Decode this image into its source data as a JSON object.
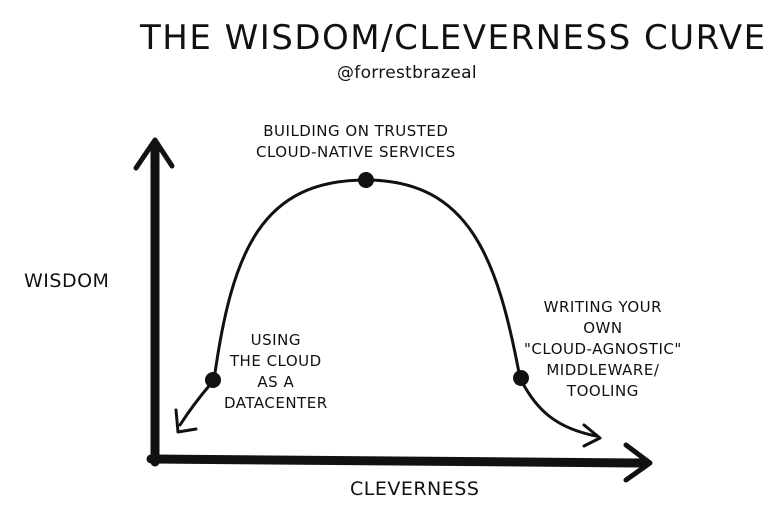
{
  "title": "THE WISDOM/CLEVERNESS CURVE",
  "author": "@forrestbrazeal",
  "axes": {
    "y_label": "WISDOM",
    "x_label": "CLEVERNESS"
  },
  "points": [
    {
      "lines": [
        "USING",
        "THE CLOUD",
        "AS A",
        "DATACENTER"
      ]
    },
    {
      "lines": [
        "BUILDING ON TRUSTED",
        "CLOUD-NATIVE SERVICES"
      ]
    },
    {
      "lines": [
        "WRITING YOUR",
        "OWN",
        "\"CLOUD-AGNOSTIC\"",
        "MIDDLEWARE/",
        "TOOLING"
      ]
    }
  ],
  "colors": {
    "ink": "#111111",
    "background": "#ffffff"
  }
}
